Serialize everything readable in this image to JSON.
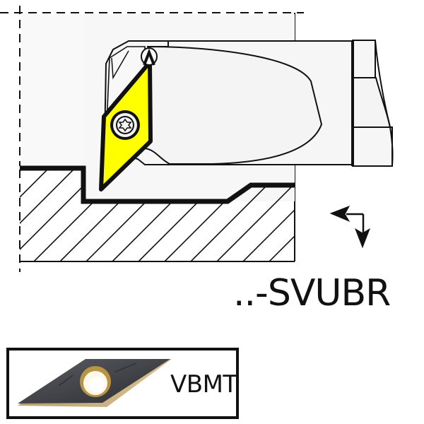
{
  "diagram": {
    "title": "Internal boring toolholder with insert",
    "tool_code": "..-SVUBR",
    "insert": {
      "label": "VBMT",
      "shape": "35-degree rhombic insert"
    },
    "feed_directions": [
      "left",
      "down"
    ],
    "colors": {
      "insert_fill": "#ffff00",
      "outline": "#111111",
      "holder_fill": "#f6f6f6",
      "insert_photo_dark": "#4a4b50",
      "insert_photo_gold": "#c8a860"
    },
    "elements": {
      "workpiece": "hatched section",
      "holder": "boring bar head",
      "clamp_screw": "torx screw",
      "centerline": "dashed"
    }
  }
}
